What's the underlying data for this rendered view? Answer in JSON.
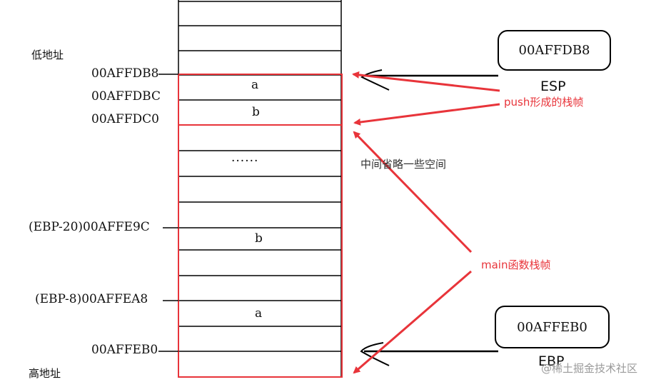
{
  "labels": {
    "low_addr": "低地址",
    "high_addr": "高地址",
    "addr_db8": "00AFFDB8",
    "addr_dbc": "00AFFDBC",
    "addr_dc0": "00AFFDC0",
    "addr_e9c": "(EBP-20)00AFFE9C",
    "addr_ea8": "(EBP-8)00AFFEA8",
    "addr_eb0": "00AFFEB0"
  },
  "cells": {
    "a_top": "a",
    "b_top": "b",
    "dots": "······",
    "b_bottom": "b",
    "a_bottom": "a"
  },
  "notes": {
    "gap": "中间省略一些空间",
    "push_frame": "push形成的栈帧",
    "main_frame": "main函数栈帧"
  },
  "registers": {
    "esp_value": "00AFFDB8",
    "esp_name": "ESP",
    "ebp_value": "00AFFEB0",
    "ebp_name": "EBP"
  },
  "watermark": "@稀土掘金技术社区",
  "colors": {
    "highlight": "#e8343a",
    "ink": "#111111"
  }
}
